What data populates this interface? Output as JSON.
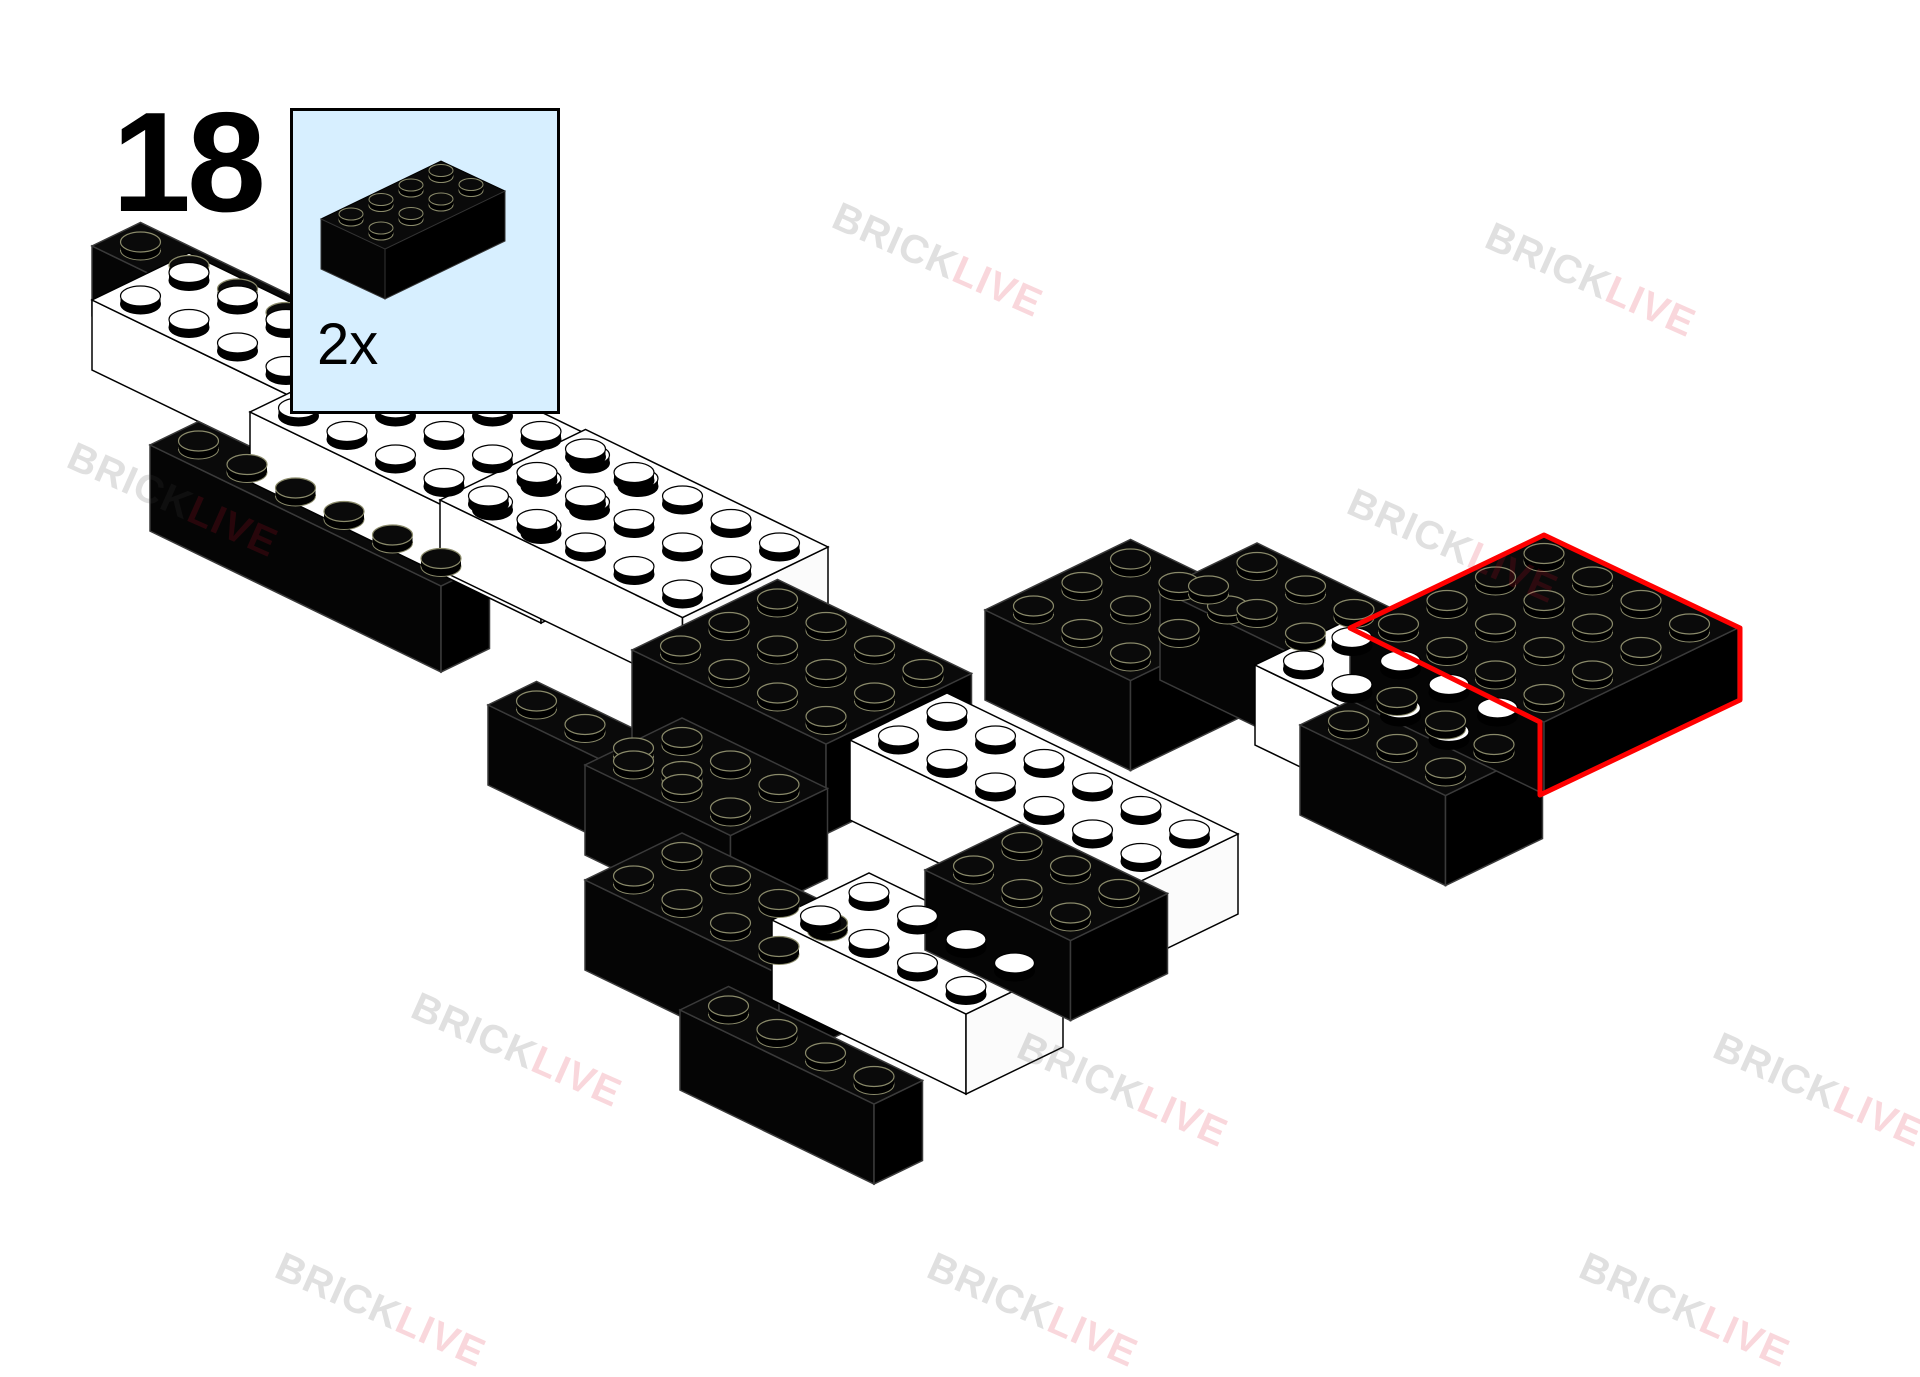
{
  "step": {
    "number": "18"
  },
  "parts_list": [
    {
      "part": "brick-2x4",
      "color": "#0a0a0a",
      "quantity": "2x"
    }
  ],
  "watermark": {
    "part1": "BRICK",
    "part2": "LIVE"
  },
  "colors": {
    "black_brick": "#0a0a0a",
    "white_brick": "#ffffff",
    "callout_bg": "#d7efff",
    "highlight": "#ff0000"
  }
}
